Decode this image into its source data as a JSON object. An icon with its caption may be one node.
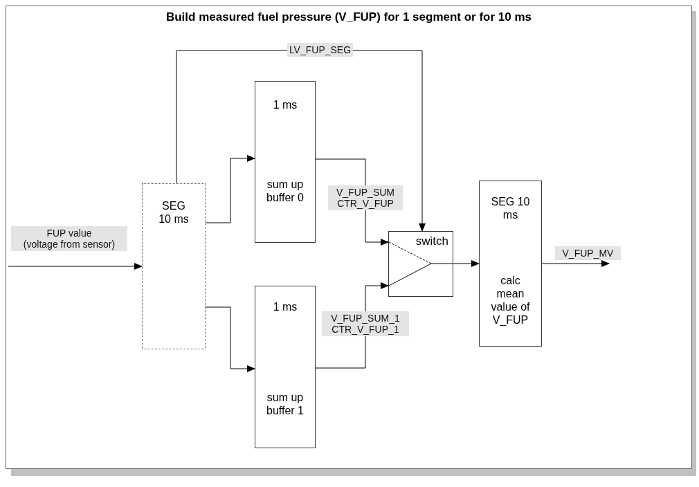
{
  "diagram": {
    "title": "Build measured fuel pressure (V_FUP) for 1 segment or for 10 ms",
    "nodes": [
      {
        "text": [
          "SEG 10 ms"
        ]
      },
      {
        "text": [
          "1 ms",
          "sum up buffer 0"
        ]
      },
      {
        "text": [
          "1 ms",
          "sum up buffer 1"
        ]
      },
      {
        "text": [
          "switch"
        ]
      },
      {
        "text": [
          "SEG 10 ms",
          "calc mean value of V_FUP"
        ]
      }
    ],
    "edges": [
      {
        "from": null,
        "to": 0,
        "arrow": "to",
        "label": "FUP value (voltage from sensor)"
      },
      {
        "from": 0,
        "to": 1,
        "arrow": "to"
      },
      {
        "from": 0,
        "to": 2,
        "arrow": "to"
      },
      {
        "from": 0,
        "to": 3,
        "arrow": "to",
        "label": "LV_FUP_SEG"
      },
      {
        "from": 1,
        "to": 3,
        "arrow": "to",
        "label": "V_FUP_SUM CTR_V_FUP"
      },
      {
        "from": 2,
        "to": 3,
        "arrow": "to",
        "label": "V_FUP_SUM_1 CTR_V_FUP_1"
      },
      {
        "from": 3,
        "to": 4,
        "arrow": "to"
      },
      {
        "from": 4,
        "to": null,
        "arrow": "to",
        "label": "V_FUP_MV"
      }
    ]
  }
}
